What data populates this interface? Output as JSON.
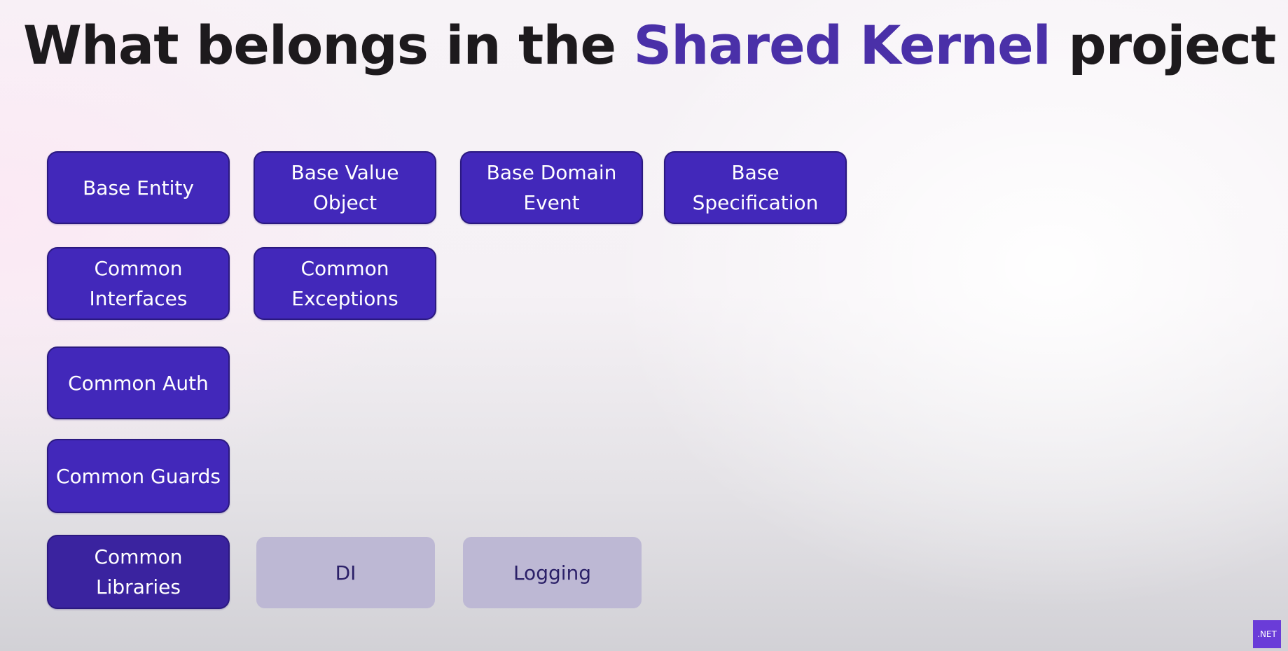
{
  "title": {
    "prefix": "What belongs in the ",
    "highlight": "Shared Kernel",
    "suffix": " project"
  },
  "boxes": {
    "base_entity": "Base Entity",
    "base_value_object": "Base Value Object",
    "base_domain_event": "Base Domain Event",
    "base_specification": "Base Specification",
    "common_interfaces": "Common Interfaces",
    "common_exceptions": "Common Exceptions",
    "common_auth": "Common Auth",
    "common_guards": "Common Guards",
    "common_libraries": "Common Libraries",
    "di": "DI",
    "logging": "Logging"
  },
  "badge": ".NET",
  "colors": {
    "accent": "#4a30a8",
    "box_fill": "#4228ba",
    "box_dim_fill": "#bdb8d4"
  }
}
